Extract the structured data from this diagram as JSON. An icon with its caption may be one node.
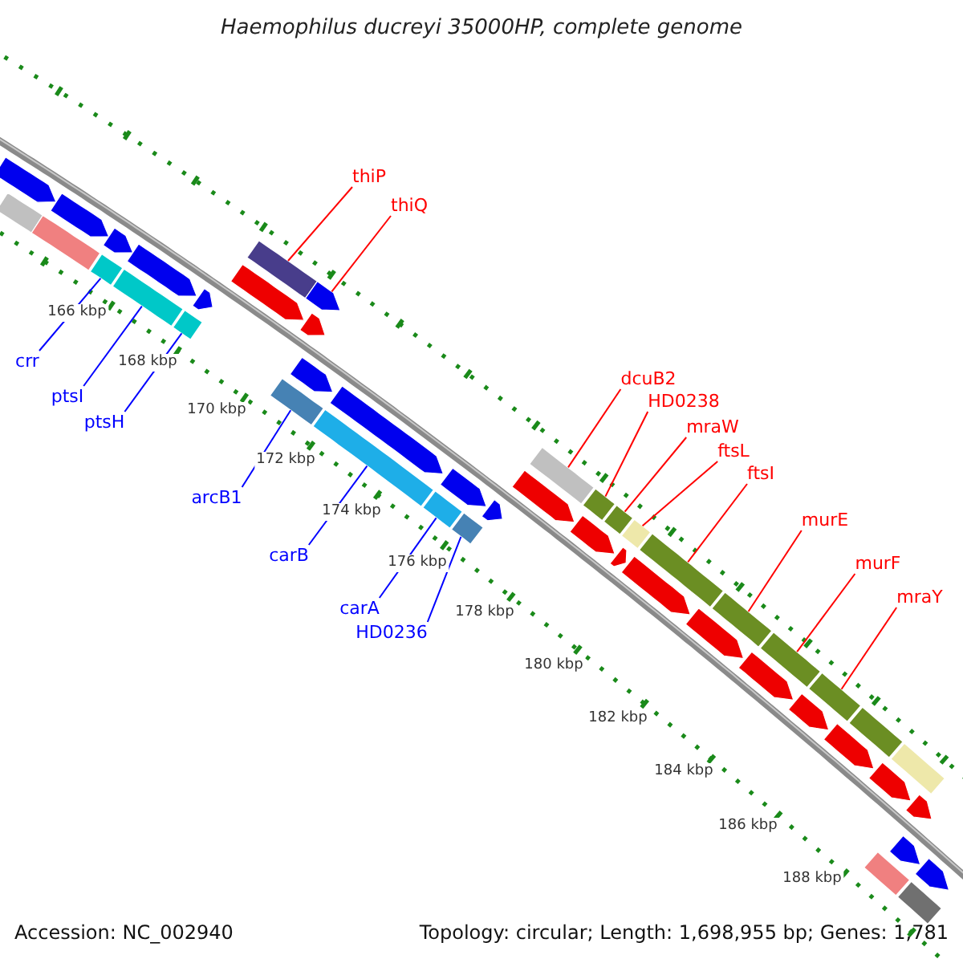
{
  "diagram": {
    "title": "Haemophilus ducreyi 35000HP, complete genome",
    "nodes": [
      {
        "text": [
          "thiP"
        ]
      },
      {
        "text": [
          "thiQ"
        ]
      },
      {
        "text": [
          "crr"
        ]
      },
      {
        "text": [
          "dcuB2"
        ]
      },
      {
        "text": [
          "ptsI"
        ]
      },
      {
        "text": [
          "HD0238"
        ]
      },
      {
        "text": [
          "ptsH"
        ]
      },
      {
        "text": [
          "mraW"
        ]
      },
      {
        "text": [
          "ftsL"
        ]
      },
      {
        "text": [
          "ftsI"
        ]
      },
      {
        "text": [
          "arcB1"
        ]
      },
      {
        "text": [
          "murE"
        ]
      },
      {
        "text": [
          "carB"
        ]
      },
      {
        "text": [
          "murF"
        ]
      },
      {
        "text": [
          "mraY"
        ]
      },
      {
        "text": [
          "carA"
        ]
      },
      {
        "text": [
          "HD0236"
        ]
      },
      {
        "text": [],
        "shape": "arrow"
      },
      {
        "text": [],
        "shape": "bar"
      },
      {
        "text": [],
        "shape": "arrow"
      },
      {
        "text": [],
        "shape": "bar"
      },
      {
        "text": [],
        "shape": "arrow"
      },
      {
        "text": [],
        "shape": "bar"
      },
      {
        "text": [],
        "shape": "arrow"
      },
      {
        "text": [],
        "shape": "bar"
      },
      {
        "text": [],
        "shape": "bar"
      },
      {
        "text": [],
        "shape": "arrow"
      },
      {
        "text": [],
        "shape": "arrow"
      },
      {
        "text": [],
        "shape": "bar"
      },
      {
        "text": [],
        "shape": "arrow"
      },
      {
        "text": [],
        "shape": "arrow"
      },
      {
        "text": [],
        "shape": "arrow"
      },
      {
        "text": [],
        "shape": "bar"
      },
      {
        "text": [],
        "shape": "arrow"
      },
      {
        "text": [],
        "shape": "bar"
      },
      {
        "text": [],
        "shape": "arrow"
      },
      {
        "text": [],
        "shape": "bar"
      },
      {
        "text": [],
        "shape": "bar"
      },
      {
        "text": [],
        "shape": "arrow"
      },
      {
        "text": [],
        "shape": "bar"
      },
      {
        "text": [],
        "shape": "arrow"
      },
      {
        "text": [],
        "shape": "bar"
      },
      {
        "text": [],
        "shape": "arrow"
      },
      {
        "text": [],
        "shape": "bar"
      },
      {
        "text": [],
        "shape": "bar"
      },
      {
        "text": [],
        "shape": "arrow"
      },
      {
        "text": [],
        "shape": "bar"
      },
      {
        "text": [],
        "shape": "arrow"
      },
      {
        "text": [],
        "shape": "arrow"
      },
      {
        "text": [],
        "shape": "bar"
      },
      {
        "text": [],
        "shape": "arrow"
      },
      {
        "text": [],
        "shape": "bar"
      },
      {
        "text": [],
        "shape": "arrow"
      },
      {
        "text": [],
        "shape": "bar"
      },
      {
        "text": [],
        "shape": "arrow"
      },
      {
        "text": [],
        "shape": "bar"
      },
      {
        "text": [],
        "shape": "arrow"
      },
      {
        "text": [],
        "shape": "bar"
      },
      {
        "text": [],
        "shape": "arrow"
      },
      {
        "text": [],
        "shape": "bar"
      },
      {
        "text": [],
        "shape": "arrow"
      },
      {
        "text": [],
        "shape": "bar"
      },
      {
        "text": [],
        "shape": "arrow"
      }
    ],
    "edges": [
      {
        "from": 0,
        "to": 28,
        "arrow": "none"
      },
      {
        "from": 1,
        "to": 29,
        "arrow": "none"
      },
      {
        "from": 2,
        "to": 22,
        "arrow": "none",
        "color": "#0000ff"
      },
      {
        "from": 3,
        "to": 39,
        "arrow": "none"
      },
      {
        "from": 4,
        "to": 24,
        "arrow": "none",
        "color": "#0000ff"
      },
      {
        "from": 5,
        "to": 41,
        "arrow": "none"
      },
      {
        "from": 6,
        "to": 25,
        "arrow": "none",
        "color": "#0000ff"
      },
      {
        "from": 7,
        "to": 43,
        "arrow": "none"
      },
      {
        "from": 8,
        "to": 44,
        "arrow": "none"
      },
      {
        "from": 9,
        "to": 46,
        "arrow": "none"
      },
      {
        "from": 10,
        "to": 32,
        "arrow": "none",
        "color": "#0000ff"
      },
      {
        "from": 11,
        "to": 49,
        "arrow": "none"
      },
      {
        "from": 12,
        "to": 34,
        "arrow": "none",
        "color": "#0000ff"
      },
      {
        "from": 13,
        "to": 51,
        "arrow": "none"
      },
      {
        "from": 14,
        "to": 53,
        "arrow": "none"
      },
      {
        "from": 15,
        "to": 36,
        "arrow": "none",
        "color": "#0000ff"
      },
      {
        "from": 16,
        "to": 37,
        "arrow": "none",
        "color": "#0000ff"
      }
    ],
    "labels": [
      "166 kbp",
      "168 kbp",
      "170 kbp",
      "172 kbp",
      "174 kbp",
      "176 kbp",
      "178 kbp",
      "180 kbp",
      "182 kbp",
      "184 kbp",
      "186 kbp",
      "188 kbp",
      "Accession: NC_002940",
      "Topology: circular; Length: 1,698,955 bp; Genes: 1,781"
    ]
  }
}
